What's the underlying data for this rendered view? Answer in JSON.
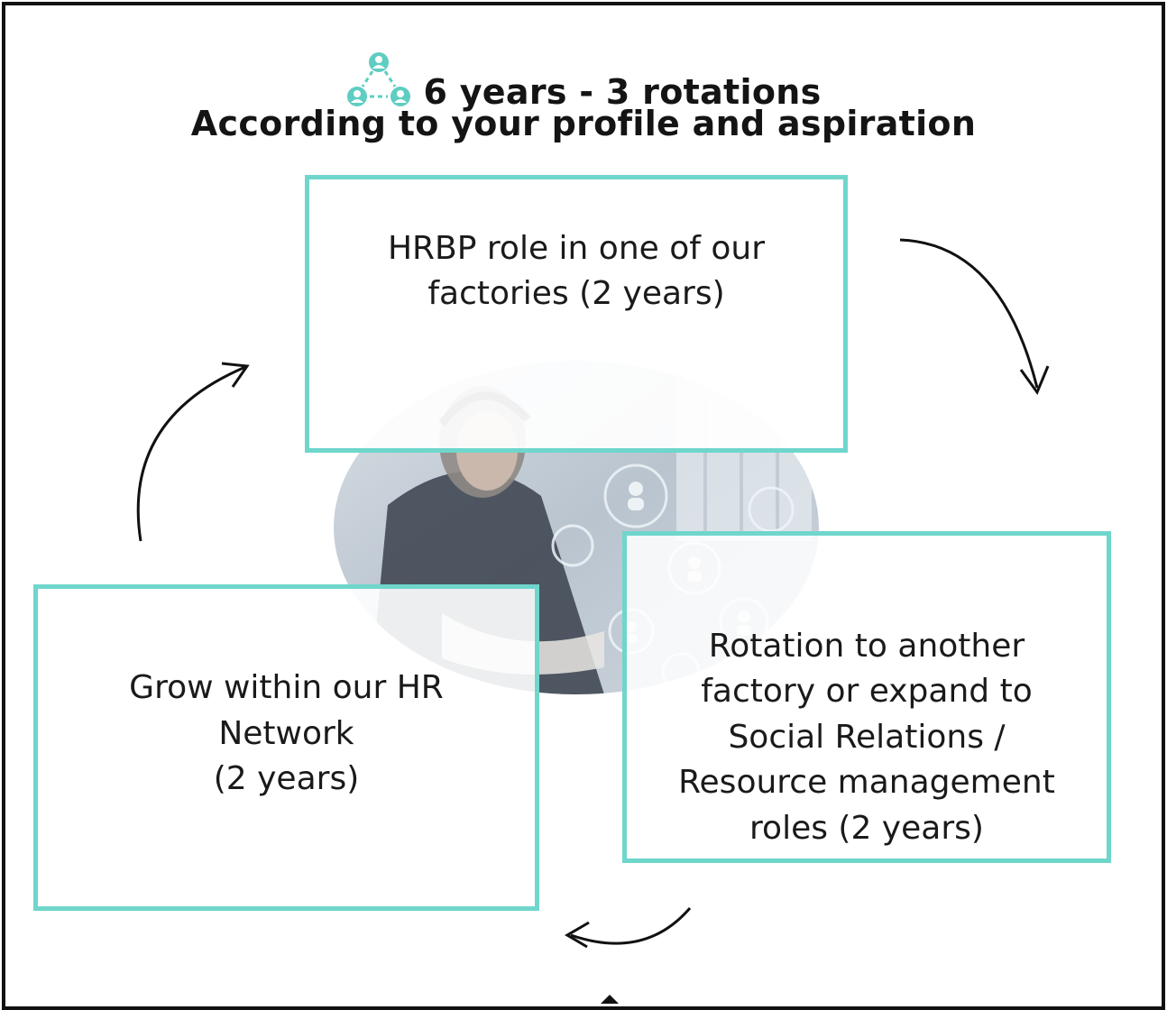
{
  "header": {
    "title_line1": "6 years - 3 rotations",
    "title_line2": "According to your profile and aspiration",
    "icon": "people-network-icon",
    "accent_color": "#5fcdc1"
  },
  "boxes": {
    "top": {
      "lines": [
        "HRBP role in one of our",
        "factories (2 years)"
      ]
    },
    "right": {
      "lines": [
        "Rotation to another",
        "factory or expand to",
        "Social Relations /",
        "Resource management",
        "roles (2 years)"
      ]
    },
    "left": {
      "lines": [
        "Grow within our HR",
        "Network",
        "(2 years)"
      ]
    }
  },
  "colors": {
    "box_border": "#6fd6cc",
    "frame": "#111111",
    "arrow": "#111111"
  },
  "image": {
    "subject": "woman-with-headset-and-icons-photo"
  }
}
